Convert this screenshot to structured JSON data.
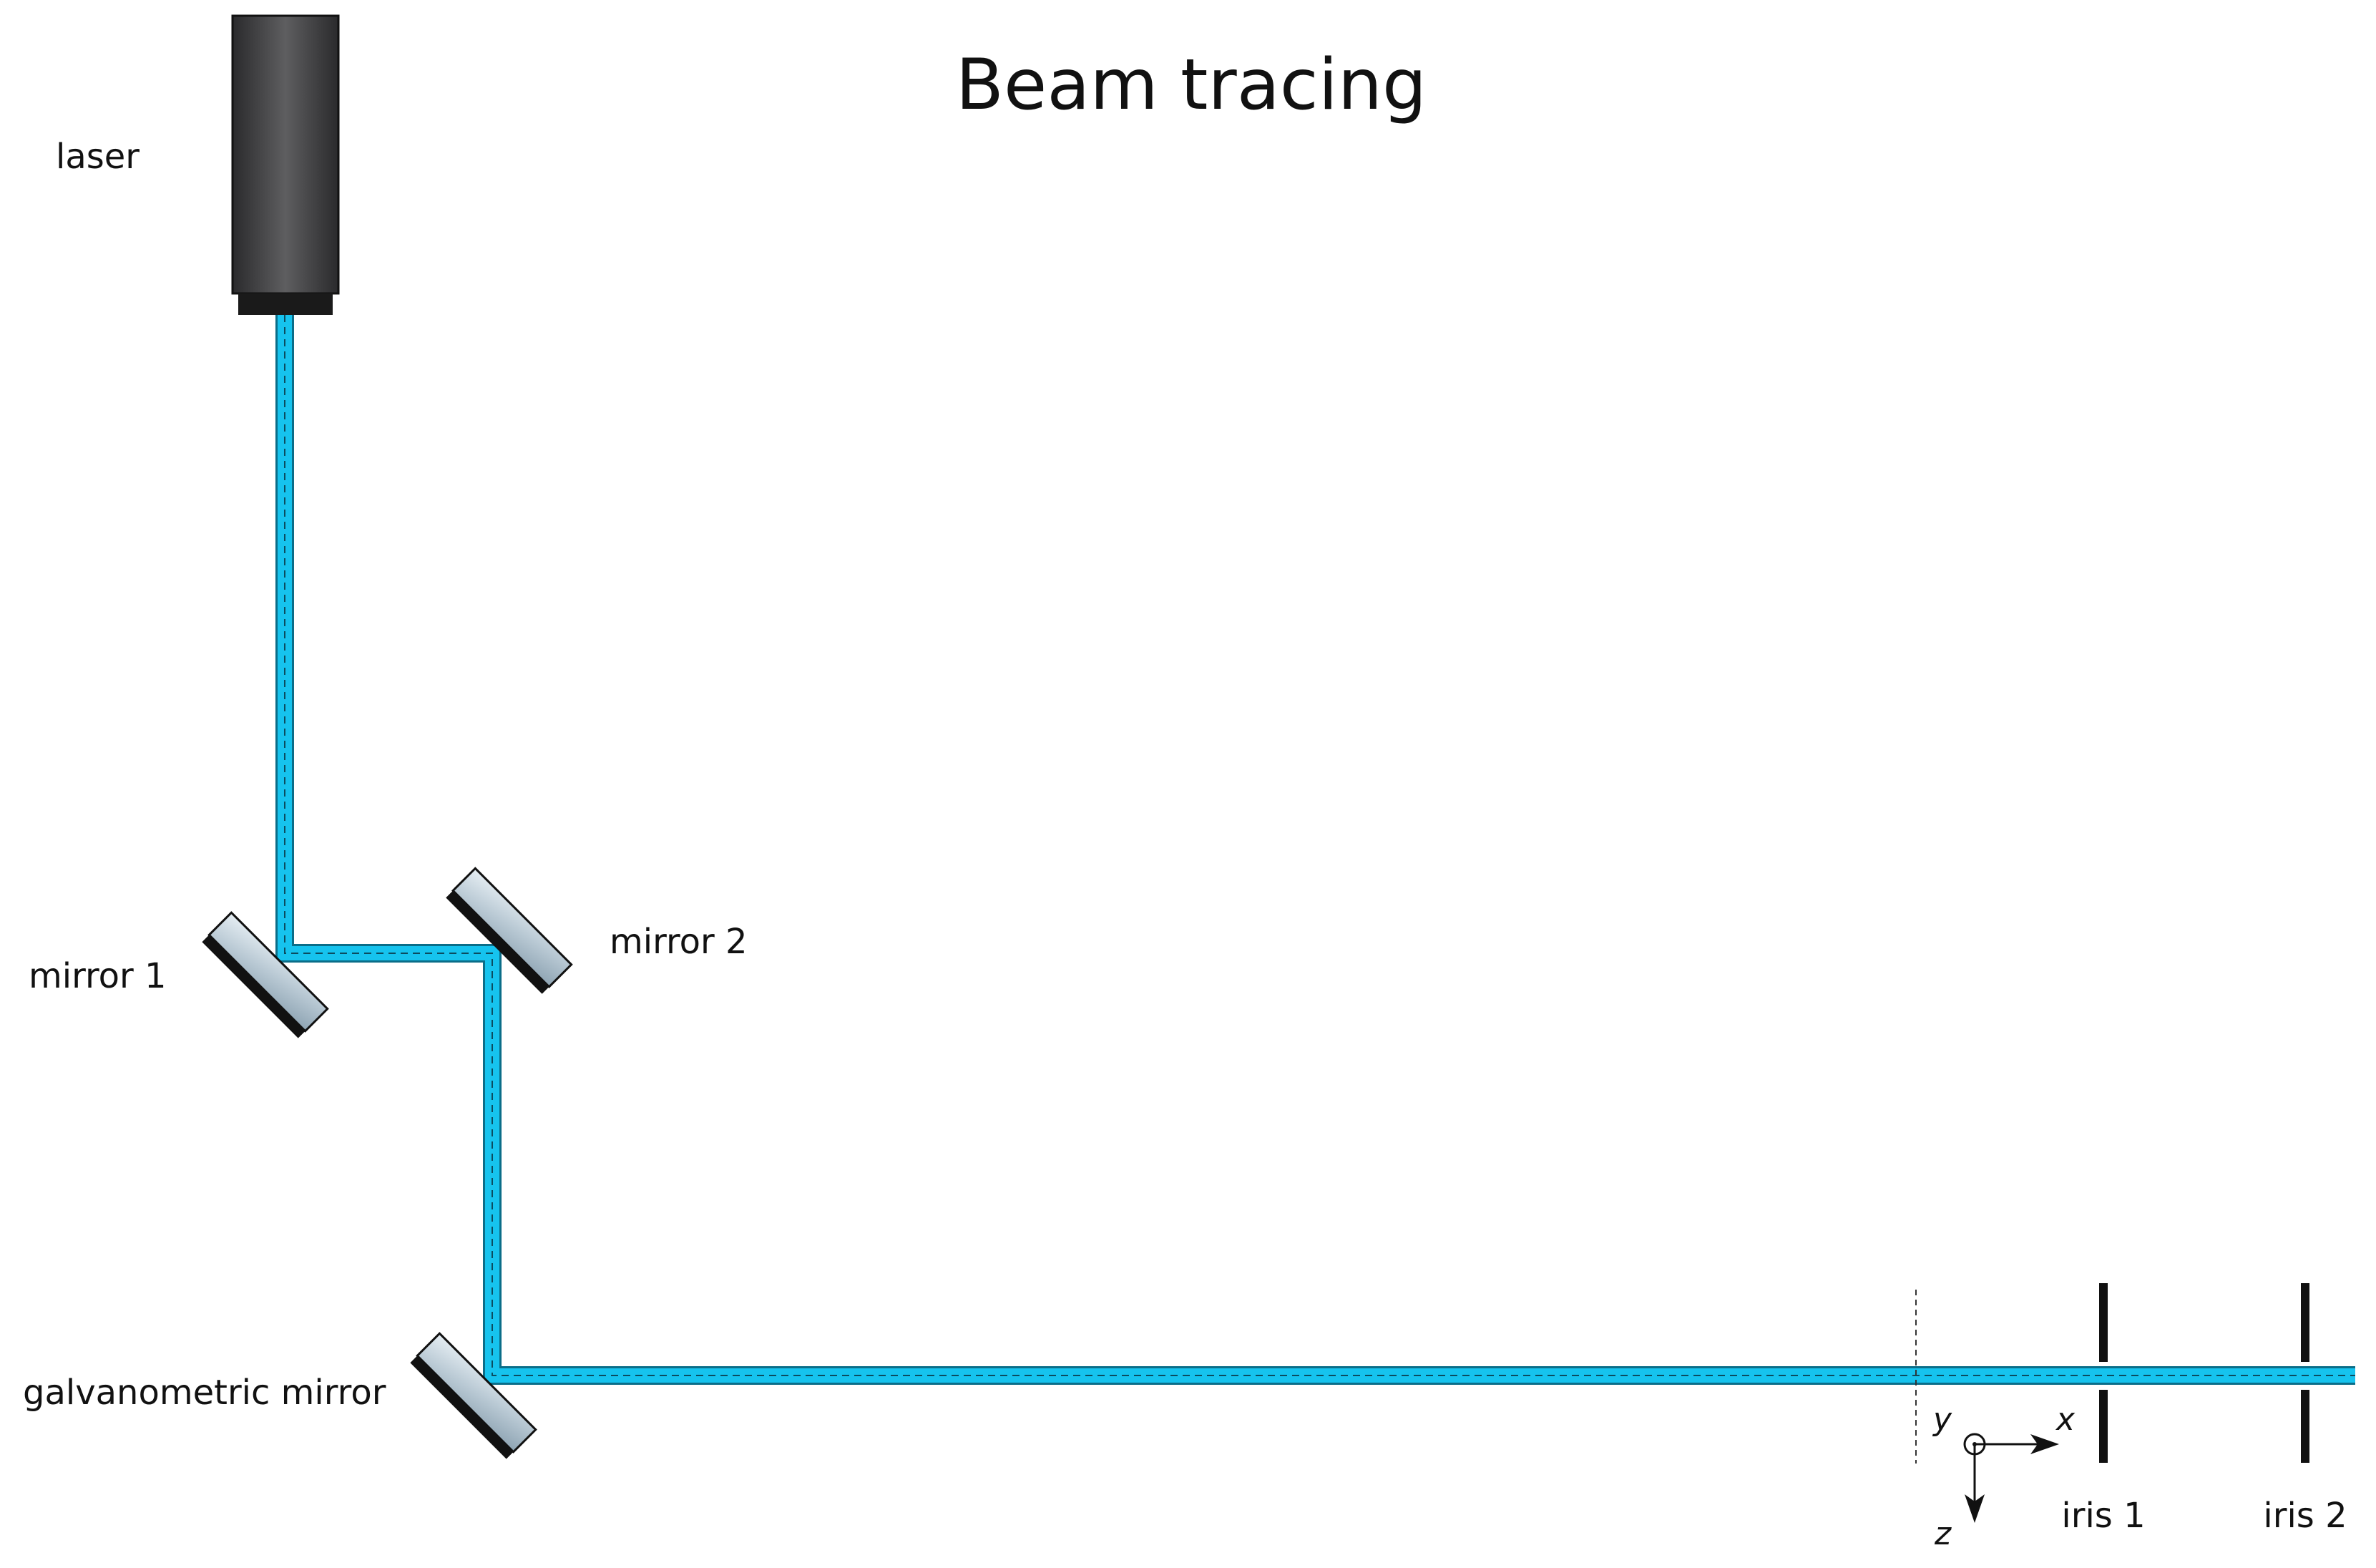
{
  "title": "Beam tracing",
  "labels": {
    "laser": "laser",
    "mirror1": "mirror 1",
    "mirror2": "mirror 2",
    "galvo": "galvanometric mirror",
    "iris1": "iris 1",
    "iris2": "iris 2"
  },
  "axes": {
    "x": "x",
    "y": "y",
    "z": "z"
  },
  "colors": {
    "beam": "#16c3ee",
    "beam_outline": "#0b6d88",
    "laser_body": "#3a3a3c",
    "mirror_glass": "#c4d2dc",
    "mirror_back": "#111111",
    "ink": "#111111"
  }
}
